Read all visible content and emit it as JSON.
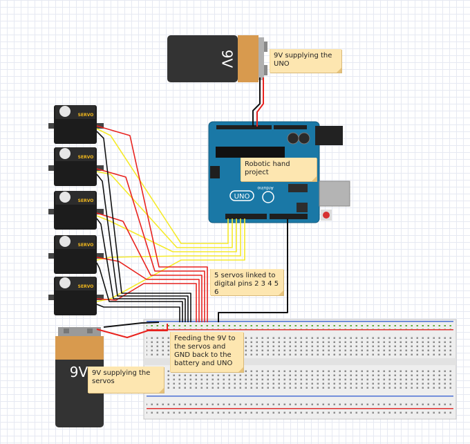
{
  "battery_label": "9V",
  "servo_label": "SERVO",
  "board": {
    "model": "UNO",
    "brand": "Arduino"
  },
  "notes": {
    "uno_power": "9V supplying the UNO",
    "project": "Robotic hand project",
    "servo_pins": "5 servos linked to digital pins 2 3 4 5 6",
    "feed": "Feeding the 9V to the servos and GND back to the battery and UNO",
    "servo_power": "9V supplying the servos"
  },
  "colors": {
    "board_blue": "#1a78a6",
    "battery_black": "#333333",
    "battery_orange": "#d89a4e",
    "servo_yellow": "#f2b81c",
    "wire_red": "#e8221e",
    "wire_yellow": "#f5ea2a",
    "wire_black": "#111111",
    "note_bg": "#fde6b0"
  }
}
